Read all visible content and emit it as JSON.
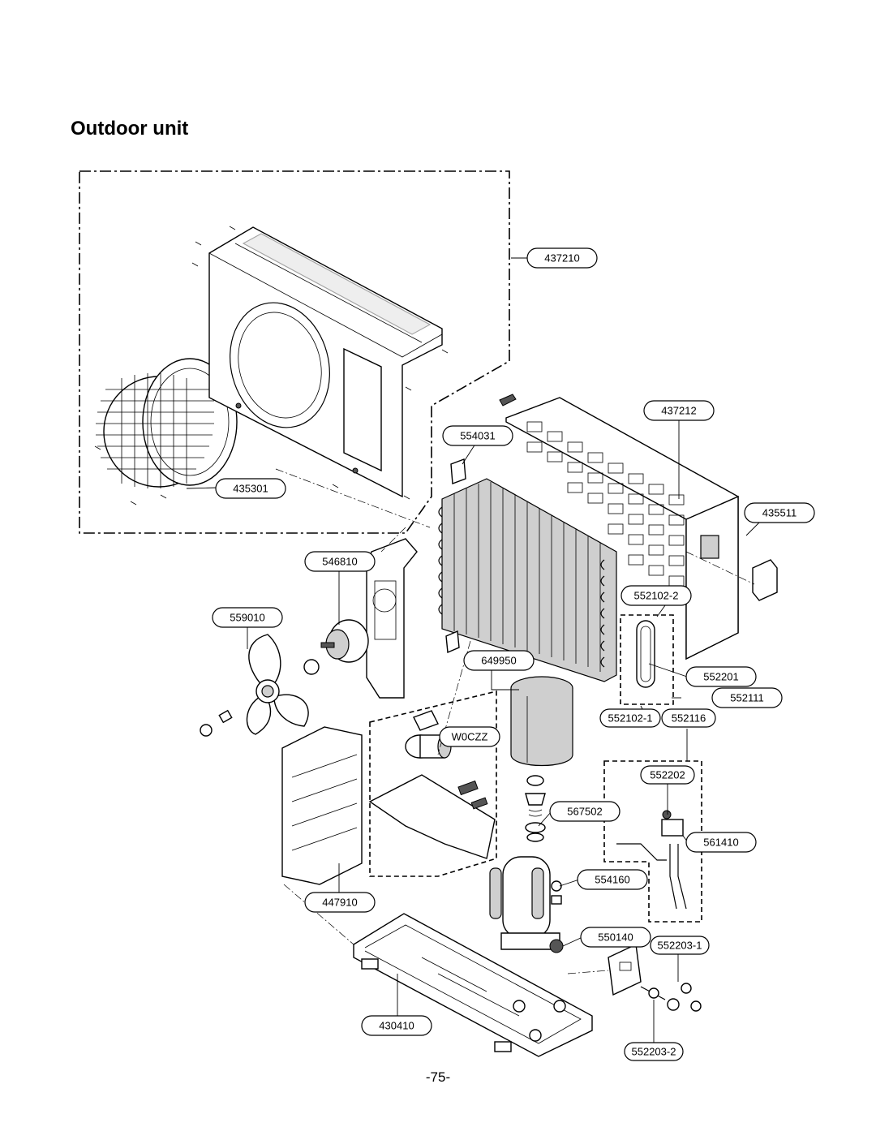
{
  "page": {
    "title": "Outdoor unit",
    "page_number": "-75-"
  },
  "callouts": [
    {
      "id": "c437210",
      "label": "437210"
    },
    {
      "id": "c437212",
      "label": "437212"
    },
    {
      "id": "c554031",
      "label": "554031"
    },
    {
      "id": "c435301",
      "label": "435301"
    },
    {
      "id": "c435511",
      "label": "435511"
    },
    {
      "id": "c546810",
      "label": "546810"
    },
    {
      "id": "c552102_2",
      "label": "552102-2"
    },
    {
      "id": "c559010",
      "label": "559010"
    },
    {
      "id": "c649950",
      "label": "649950"
    },
    {
      "id": "c552201",
      "label": "552201"
    },
    {
      "id": "c552111",
      "label": "552111"
    },
    {
      "id": "c552102_1",
      "label": "552102-1"
    },
    {
      "id": "c552116",
      "label": "552116"
    },
    {
      "id": "cW0CZZ",
      "label": "W0CZZ"
    },
    {
      "id": "c552202",
      "label": "552202"
    },
    {
      "id": "c567502",
      "label": "567502"
    },
    {
      "id": "c561410",
      "label": "561410"
    },
    {
      "id": "c554160",
      "label": "554160"
    },
    {
      "id": "c447910",
      "label": "447910"
    },
    {
      "id": "c550140",
      "label": "550140"
    },
    {
      "id": "c552203_1",
      "label": "552203-1"
    },
    {
      "id": "c430410",
      "label": "430410"
    },
    {
      "id": "c552203_2",
      "label": "552203-2"
    }
  ]
}
